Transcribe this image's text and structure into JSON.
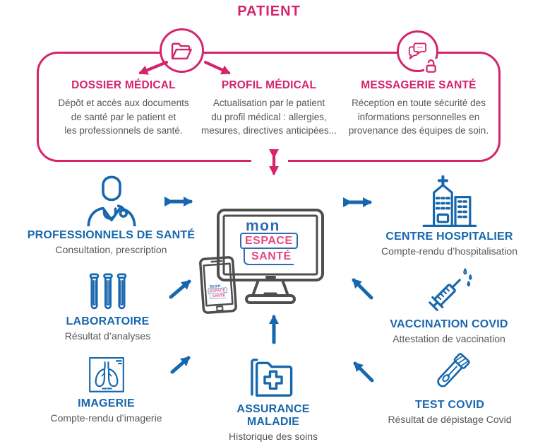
{
  "colors": {
    "pink": "#d5246c",
    "blue": "#1767ae",
    "text_gray": "#56575b",
    "device_outline": "#4d4e50",
    "logo_blue": "#2f6ab2",
    "logo_pink": "#e34a81"
  },
  "header": {
    "title": "PATIENT"
  },
  "patient_box": {
    "icons": [
      "open-folder-icon",
      "chat-bubbles-lock-icon"
    ],
    "sections": [
      {
        "title": "DOSSIER MÉDICAL",
        "lines": [
          "Dépôt et accès aux documents",
          "de santé par le patient et",
          "les professionnels de santé."
        ]
      },
      {
        "title": "PROFIL MÉDICAL",
        "lines": [
          "Actualisation par le patient",
          "du profil médical : allergies,",
          "mesures, directives anticipées..."
        ]
      },
      {
        "title": "MESSAGERIE SANTÉ",
        "lines": [
          "Réception en toute sécurité des",
          "informations personnelles en",
          "provenance des équipes de soin."
        ]
      }
    ]
  },
  "center": {
    "devices": [
      "desktop-monitor-icon",
      "smartphone-icon"
    ],
    "logo": {
      "line1": "mon",
      "line2": "ESPACE",
      "line3": "SANTÉ"
    }
  },
  "nodes": [
    {
      "id": "professionnels",
      "icon": "doctor-icon",
      "title": "PROFESSIONNELS DE SANTÉ",
      "subtitle": "Consultation, prescription"
    },
    {
      "id": "laboratoire",
      "icon": "test-tubes-icon",
      "title": "LABORATOIRE",
      "subtitle": "Résultat d’analyses"
    },
    {
      "id": "imagerie",
      "icon": "lungs-xray-icon",
      "title": "IMAGERIE",
      "subtitle": "Compte-rendu d’imagerie"
    },
    {
      "id": "assurance",
      "icon": "medical-folder-icon",
      "title": "ASSURANCE MALADIE",
      "subtitle": "Historique des soins"
    },
    {
      "id": "centre",
      "icon": "hospital-icon",
      "title": "CENTRE HOSPITALIER",
      "subtitle": "Compte-rendu d’hospitalisation"
    },
    {
      "id": "vaccination",
      "icon": "syringe-icon",
      "title": "VACCINATION COVID",
      "subtitle": "Attestation de vaccination"
    },
    {
      "id": "testcovid",
      "icon": "covid-test-tube-icon",
      "title": "TEST COVID",
      "subtitle": "Résultat de dépistage Covid"
    }
  ]
}
